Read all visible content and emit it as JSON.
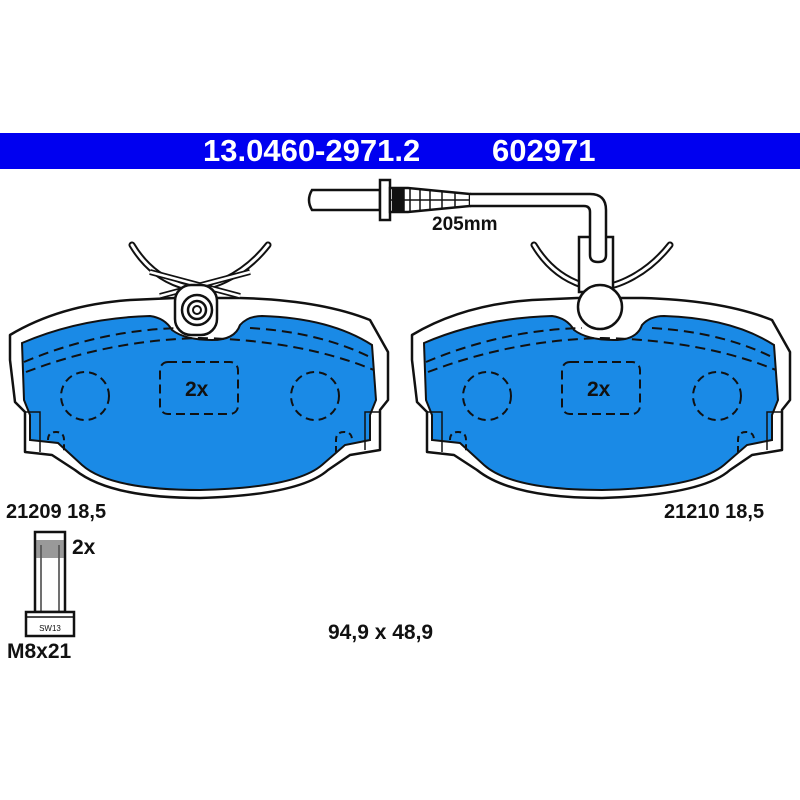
{
  "header": {
    "part_number": "13.0460-2971.2",
    "ref_code": "602971",
    "banner_color": "#0000f0"
  },
  "sensor": {
    "cable_length_label": "205mm"
  },
  "pads": [
    {
      "id": "left",
      "number_label": "21209 18,5",
      "multiplier_label": "2x",
      "fill_color": "#1a8ae6"
    },
    {
      "id": "right",
      "number_label": "21210 18,5",
      "multiplier_label": "2x",
      "fill_color": "#1a8ae6"
    }
  ],
  "bolt": {
    "quantity_label": "2x",
    "size_label": "M8x21",
    "head_marking": "SW13"
  },
  "dimensions": {
    "label": "94,9 x 48,9"
  }
}
